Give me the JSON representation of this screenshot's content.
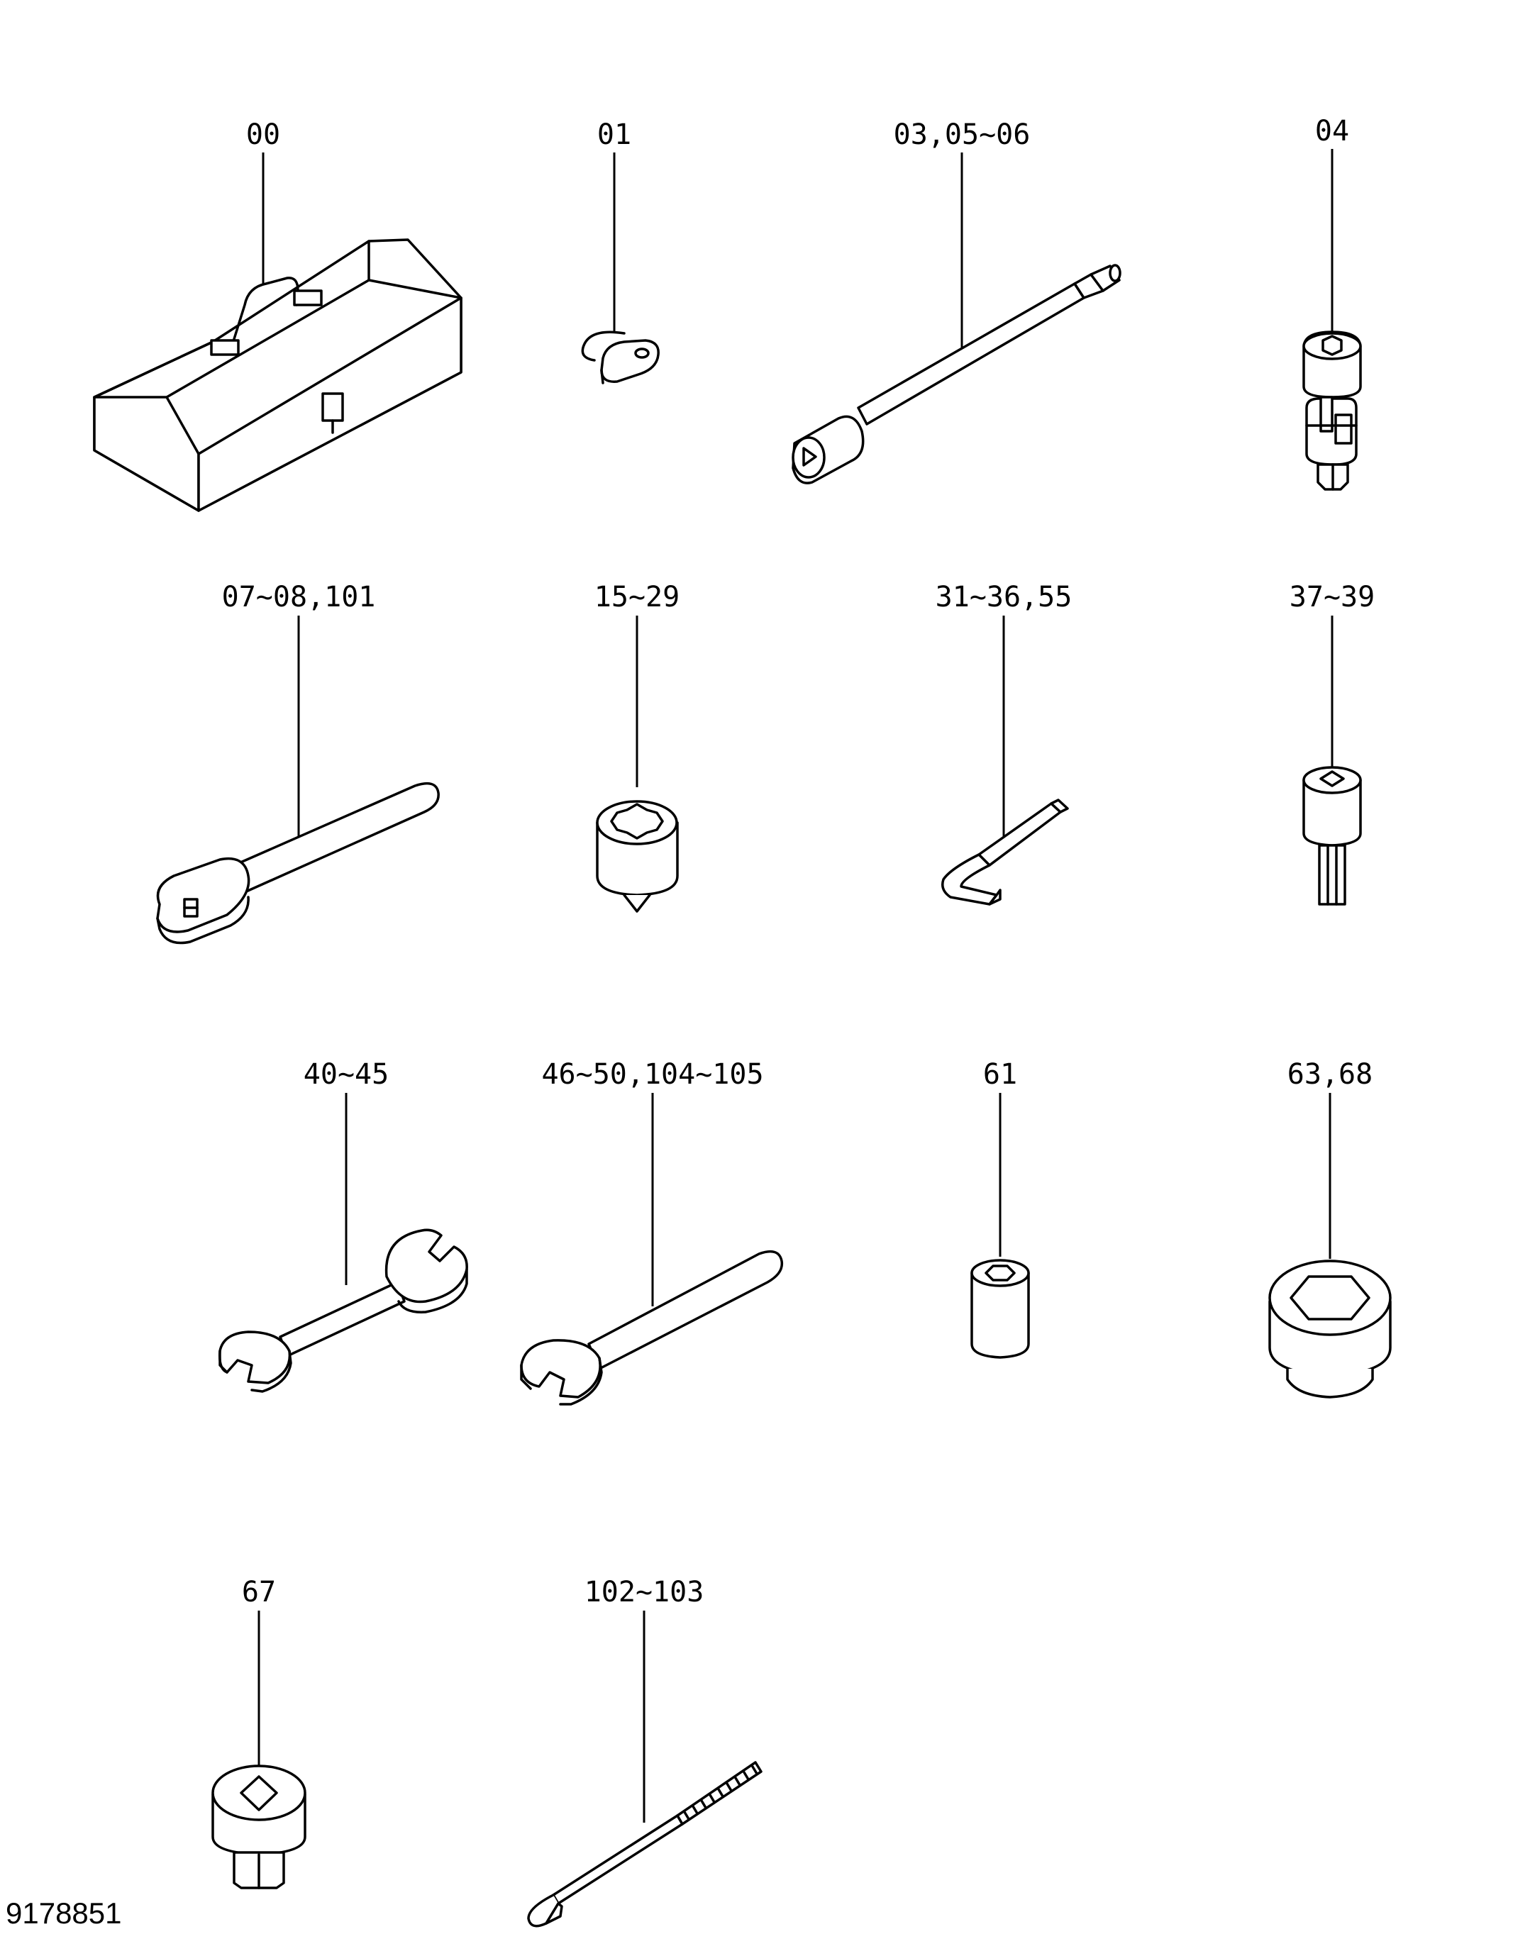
{
  "diagram": {
    "drawing_number": "9178851",
    "parts": [
      {
        "id": "tool-box",
        "label": "00"
      },
      {
        "id": "hook",
        "label": "01"
      },
      {
        "id": "extension-bar",
        "label": "03,05~06"
      },
      {
        "id": "universal-joint",
        "label": "04"
      },
      {
        "id": "ratchet-handle",
        "label": "07~08,101"
      },
      {
        "id": "twelve-point-socket",
        "label": "15~29"
      },
      {
        "id": "hex-key",
        "label": "31~36,55"
      },
      {
        "id": "hex-bit-socket",
        "label": "37~39"
      },
      {
        "id": "double-open-wrench",
        "label": "40~45"
      },
      {
        "id": "single-open-wrench",
        "label": "46~50,104~105"
      },
      {
        "id": "small-hex-socket",
        "label": "61"
      },
      {
        "id": "large-hex-socket",
        "label": "63,68"
      },
      {
        "id": "square-drive-socket",
        "label": "67"
      },
      {
        "id": "threaded-rod",
        "label": "102~103"
      }
    ]
  }
}
